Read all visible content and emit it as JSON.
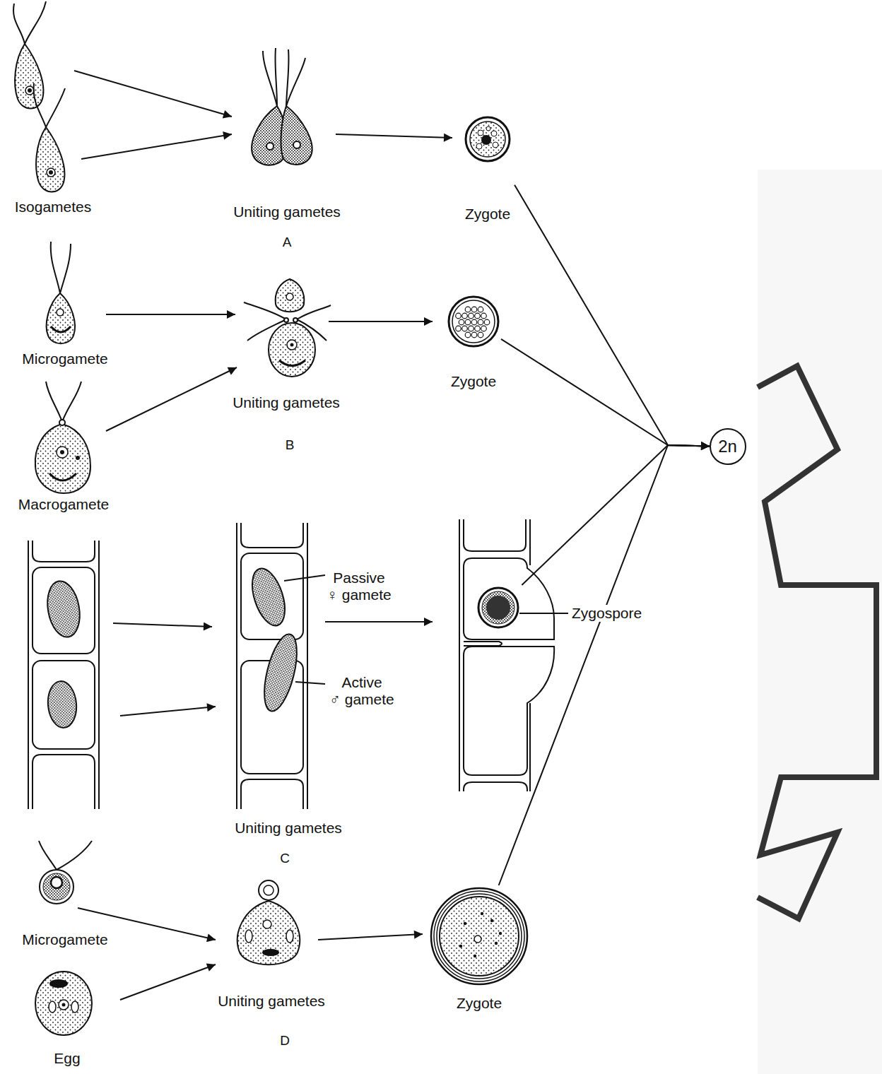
{
  "diagram": {
    "nodes": [
      {
        "text": [
          "Zygote"
        ]
      },
      {
        "text": [
          "Zygote"
        ]
      },
      {
        "text": [
          "2n"
        ]
      },
      {
        "text": [
          "Zygospore"
        ]
      },
      {
        "text": [
          "Zygote"
        ]
      }
    ],
    "edges": [
      {
        "from": 0,
        "to": 2,
        "arrow": "to"
      },
      {
        "from": 1,
        "to": 2,
        "arrow": "to"
      },
      {
        "from": 3,
        "to": 2,
        "arrow": "to"
      },
      {
        "from": 4,
        "to": 2,
        "arrow": "to"
      }
    ],
    "labels": [
      "Isogametes",
      "Uniting gametes",
      "A",
      "Microgamete",
      "Macrogamete",
      "Uniting gametes",
      "B",
      "Passive ♀ gamete",
      "Active ♂ gamete",
      "Uniting gametes",
      "C",
      "Microgamete",
      "Egg",
      "Uniting gametes",
      "D"
    ]
  }
}
